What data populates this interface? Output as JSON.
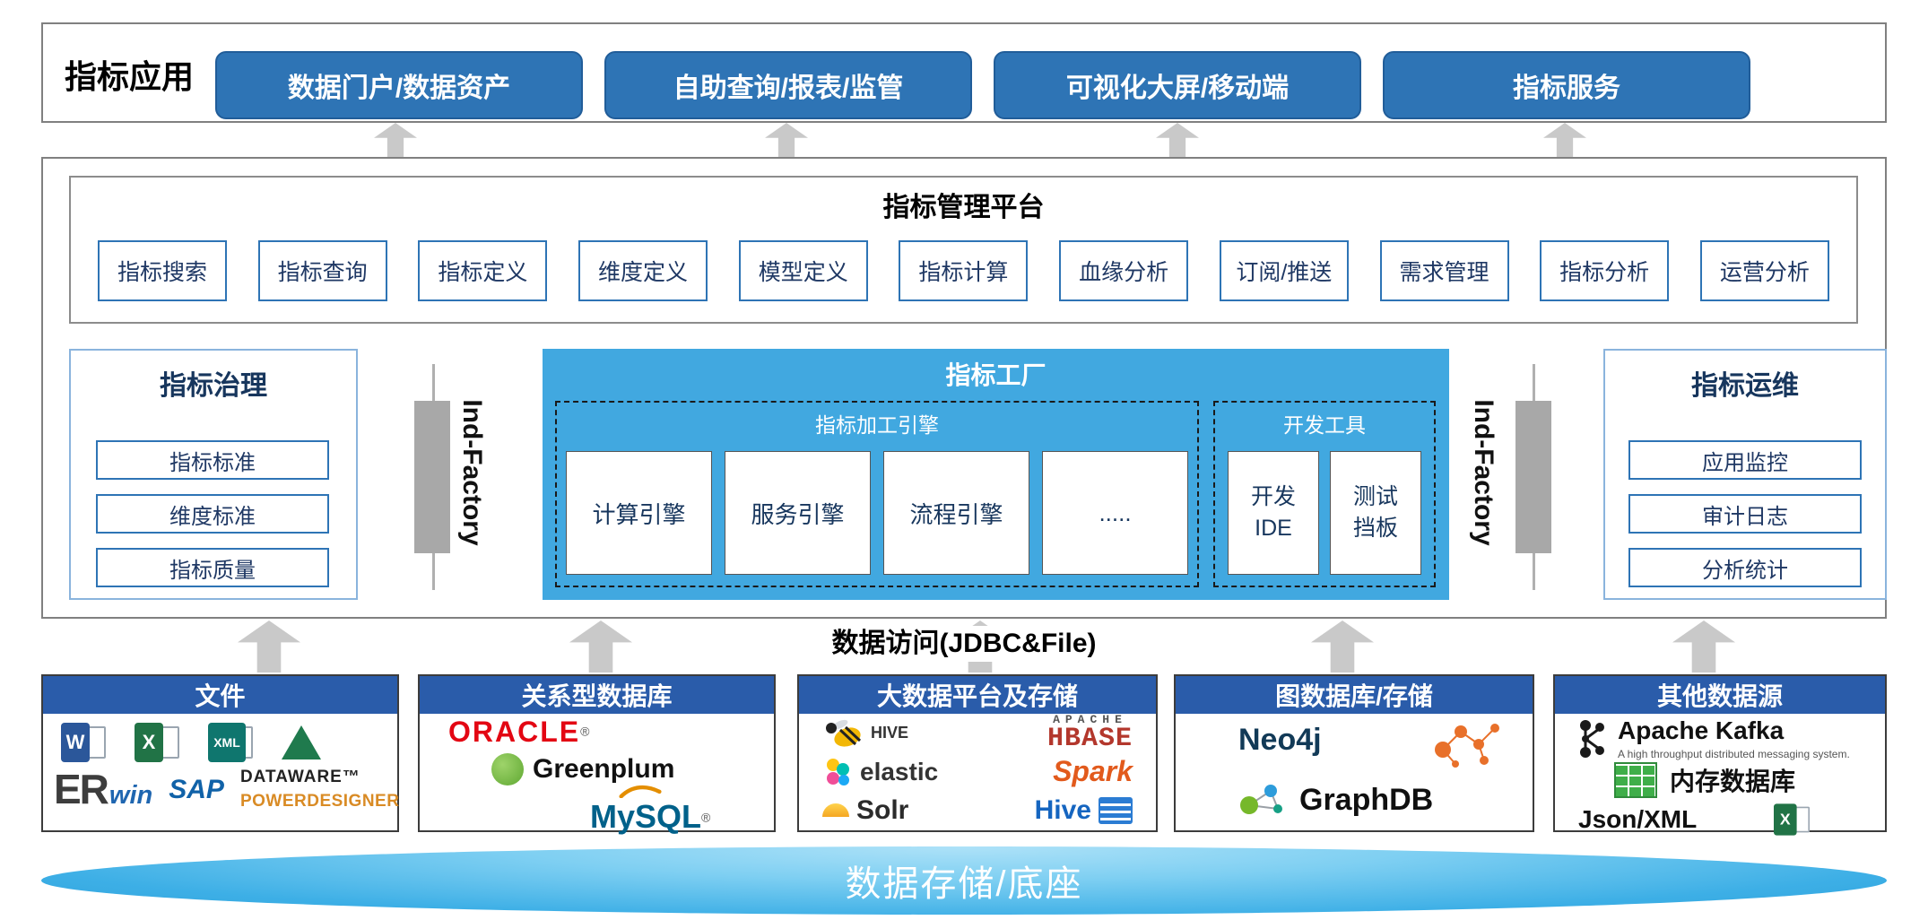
{
  "app_layer": {
    "label": "指标应用",
    "buttons": [
      {
        "label": "数据门户/数据资产"
      },
      {
        "label": "自助查询/报表/监管"
      },
      {
        "label": "可视化大屏/移动端"
      },
      {
        "label": "指标服务"
      }
    ]
  },
  "platform": {
    "title": "指标管理平台",
    "features": [
      {
        "label": "指标搜索"
      },
      {
        "label": "指标查询"
      },
      {
        "label": "指标定义"
      },
      {
        "label": "维度定义"
      },
      {
        "label": "模型定义"
      },
      {
        "label": "指标计算"
      },
      {
        "label": "血缘分析"
      },
      {
        "label": "订阅/推送"
      },
      {
        "label": "需求管理"
      },
      {
        "label": "指标分析"
      },
      {
        "label": "运营分析"
      }
    ],
    "governance": {
      "title": "指标治理",
      "items": [
        {
          "label": "指标标准"
        },
        {
          "label": "维度标准"
        },
        {
          "label": "指标质量"
        }
      ]
    },
    "ind_factory_left": "Ind-Factory",
    "ind_factory_right": "Ind-Factory",
    "factory": {
      "title": "指标工厂",
      "engine_group": {
        "title": "指标加工引擎",
        "items": [
          {
            "label": "计算引擎"
          },
          {
            "label": "服务引擎"
          },
          {
            "label": "流程引擎"
          },
          {
            "label": "....."
          }
        ]
      },
      "dev_group": {
        "title": "开发工具",
        "items": [
          {
            "line1": "开发",
            "line2": "IDE"
          },
          {
            "line1": "测试",
            "line2": "挡板"
          }
        ]
      }
    },
    "ops": {
      "title": "指标运维",
      "items": [
        {
          "label": "应用监控"
        },
        {
          "label": "审计日志"
        },
        {
          "label": "分析统计"
        }
      ]
    }
  },
  "data_access": {
    "label": "数据访问(JDBC&File)"
  },
  "datasources": {
    "files": {
      "title": "文件",
      "word_icon": "W",
      "excel_icon": "X",
      "xml_icon": "XML",
      "erwin_er": "ER",
      "erwin_win": "win",
      "sap": "SAP",
      "dataware": "DATAWARE™",
      "powerdesigner": "POWERDESIGNER"
    },
    "relational": {
      "title": "关系型数据库",
      "oracle": "ORACLE",
      "greenplum": "Greenplum",
      "mysql": "MySQL",
      "reg": "®"
    },
    "bigdata": {
      "title": "大数据平台及存储",
      "hive1": "HIVE",
      "hbase_apache": "APACHE",
      "hbase": "HBASE",
      "elastic": "elastic",
      "spark": "Spark",
      "solr": "Solr",
      "hive2": "Hive"
    },
    "graph": {
      "title": "图数据库/存储",
      "neo4j": "Neo4j",
      "graphdb": "GraphDB"
    },
    "other": {
      "title": "其他数据源",
      "kafka": "Apache Kafka",
      "kafka_tagline": "A high throughput distributed messaging system.",
      "memdb": "内存数据库",
      "jsonxml": "Json/XML"
    }
  },
  "storage": {
    "label": "数据存储/底座"
  },
  "colors": {
    "primary_blue": "#2e74b5",
    "header_blue": "#2a5caa",
    "factory_blue": "#41a8e0",
    "arrow_gray": "#c9c9c9",
    "bar_gray": "#a8a8a8",
    "storage_blue": "#3dafe6",
    "navy_text": "#17365d"
  }
}
